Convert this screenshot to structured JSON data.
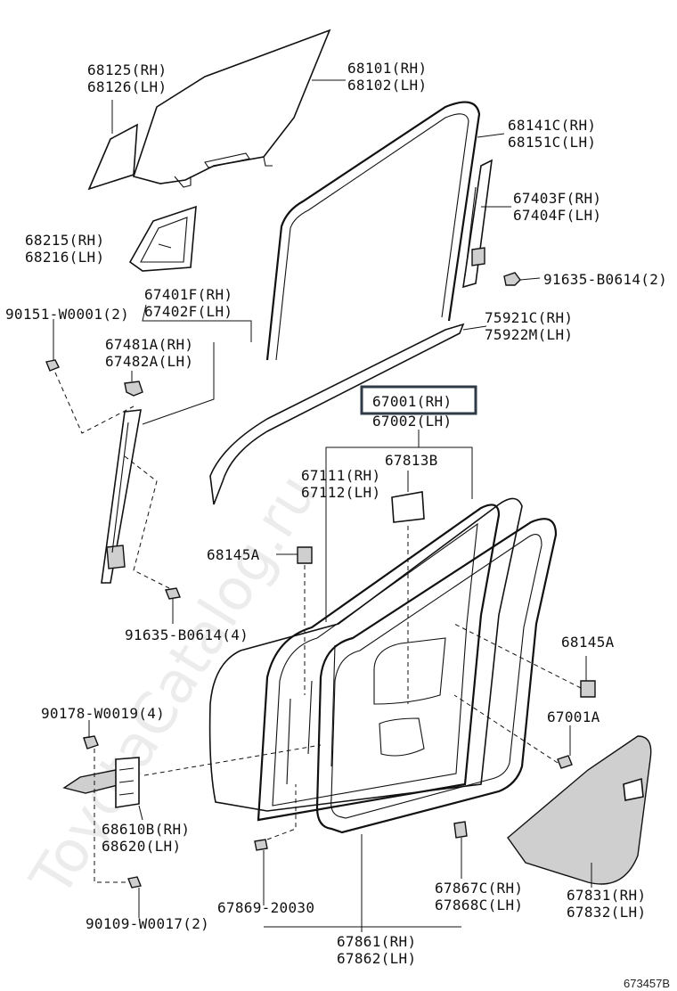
{
  "watermark": "ToyotaCatalog.ru",
  "figure_code": "673457B",
  "callouts": {
    "glass_front": [
      "68125(RH)",
      "68126(LH)"
    ],
    "glass_main": [
      "68101(RH)",
      "68102(LH)"
    ],
    "run_channel": [
      "68141C(RH)",
      "68151C(LH)"
    ],
    "rear_channel": [
      "67403F(RH)",
      "67404F(LH)"
    ],
    "bolt_b0614_top": "91635-B0614(2)",
    "quarter_glass": [
      "68215(RH)",
      "68216(LH)"
    ],
    "front_channel": [
      "67401F(RH)",
      "67402F(LH)"
    ],
    "screw_w0001": "90151-W0001(2)",
    "front_weather": [
      "75921C(RH)",
      "75922M(LH)"
    ],
    "sub_channel": [
      "67481A(RH)",
      "67482A(LH)"
    ],
    "door_panel": [
      "67001(RH)",
      "67002(LH)"
    ],
    "plug_67813": "67813B",
    "seal_inner": [
      "67111(RH)",
      "67112(LH)"
    ],
    "plug_68145_left": "68145A",
    "bolt_b0614_bottom": "91635-B0614(4)",
    "plug_68145_right": "68145A",
    "plug_67001a": "67001A",
    "bolt_w0019": "90178-W0019(4)",
    "check_assy": [
      "68610B(RH)",
      "68620(LH)"
    ],
    "clip_67869": "67869-20030",
    "bolt_w0017": "90109-W0017(2)",
    "clip_67867": [
      "67867C(RH)",
      "67868C(LH)"
    ],
    "service_hole_cover": [
      "67831(RH)",
      "67832(LH)"
    ],
    "door_weatherstrip": [
      "67861(RH)",
      "67862(LH)"
    ]
  },
  "highlighted_part": "67001(RH)",
  "highlight_color": "#2f3a47"
}
